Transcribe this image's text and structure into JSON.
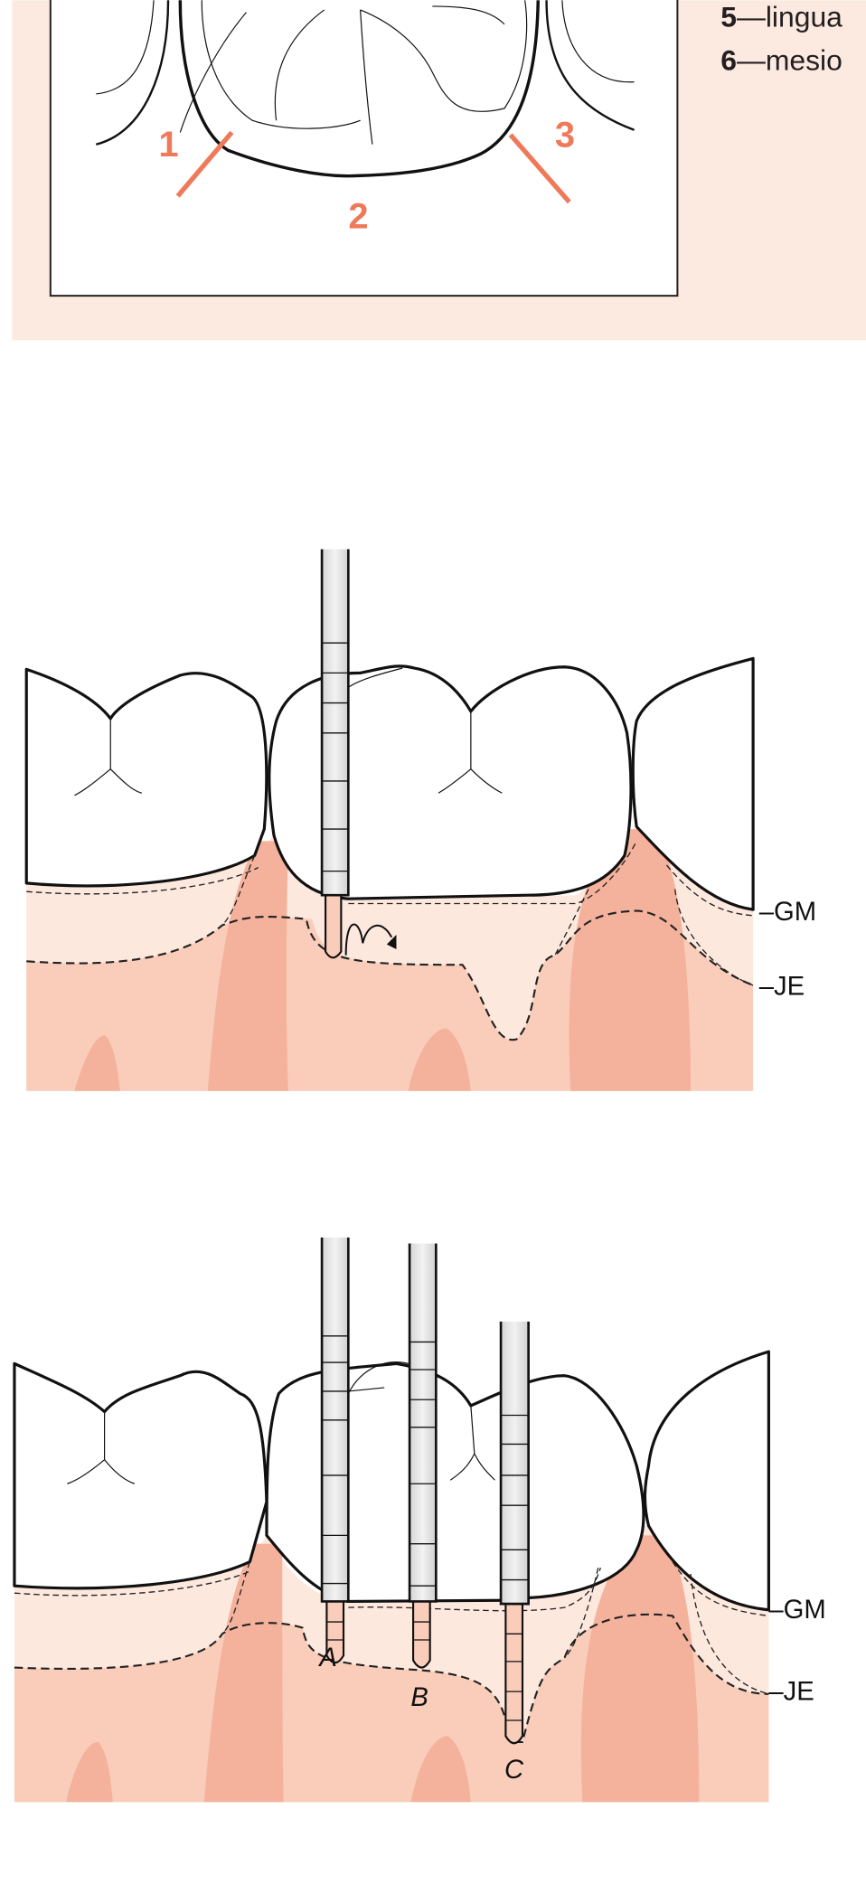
{
  "legend": [
    {
      "number": "5",
      "text": "—lingua"
    },
    {
      "number": "6",
      "text": "—mesio"
    }
  ],
  "top_figure": {
    "site_labels": [
      "1",
      "2",
      "3"
    ]
  },
  "figure_1": {
    "markers": {
      "gm": "GM",
      "je": "JE"
    }
  },
  "figure_2": {
    "probe_labels": [
      "A",
      "B",
      "C"
    ],
    "markers": {
      "gm": "GM",
      "je": "JE"
    }
  },
  "colors": {
    "panel": "#fce9e0",
    "accent": "#ee7a5a",
    "gum_light": "#fde8de",
    "gum_mid": "#f9cdb9",
    "gum_dark": "#f4b29c"
  }
}
